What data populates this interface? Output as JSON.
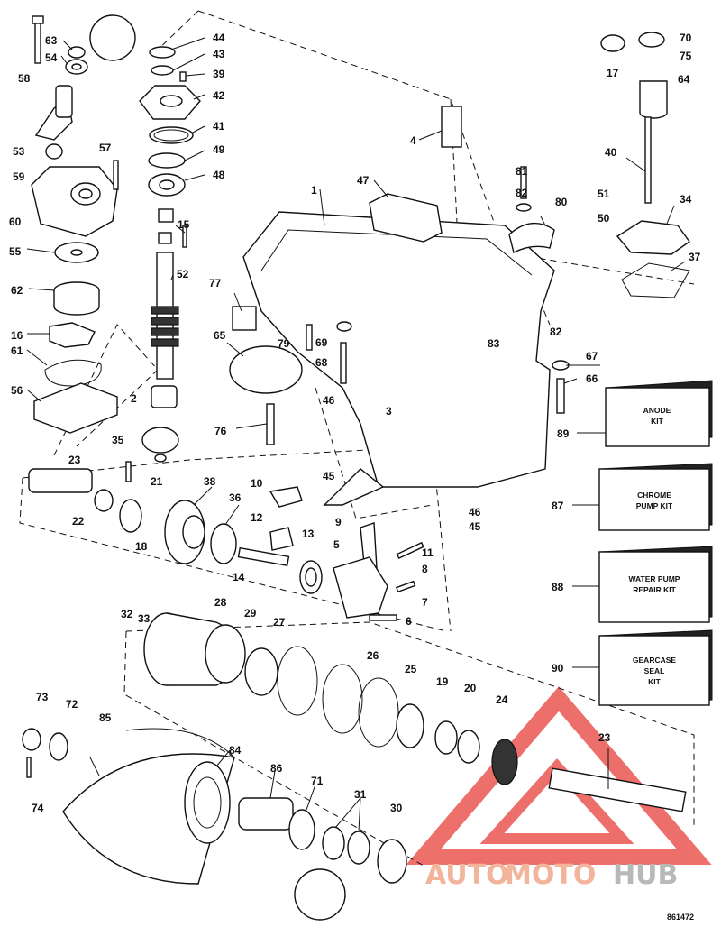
{
  "diagram": {
    "callouts": [
      "1",
      "2",
      "3",
      "4",
      "5",
      "6",
      "7",
      "8",
      "9",
      "10",
      "11",
      "12",
      "13",
      "14",
      "15",
      "16",
      "17",
      "18",
      "19",
      "20",
      "21",
      "22",
      "23",
      "23",
      "24",
      "25",
      "26",
      "27",
      "28",
      "29",
      "30",
      "31",
      "32",
      "33",
      "34",
      "35",
      "36",
      "37",
      "38",
      "39",
      "40",
      "41",
      "42",
      "43",
      "44",
      "45",
      "45",
      "46",
      "46",
      "47",
      "48",
      "49",
      "50",
      "51",
      "52",
      "53",
      "54",
      "55",
      "56",
      "57",
      "58",
      "59",
      "60",
      "61",
      "62",
      "63",
      "64",
      "65",
      "66",
      "67",
      "68",
      "69",
      "70",
      "71",
      "72",
      "73",
      "74",
      "75",
      "76",
      "77",
      "79",
      "80",
      "81",
      "82",
      "82",
      "83",
      "84",
      "85",
      "86",
      "87",
      "88",
      "89",
      "90"
    ],
    "kits": [
      {
        "number": "89",
        "lines": [
          "ANODE",
          "KIT"
        ]
      },
      {
        "number": "87",
        "lines": [
          "CHROME",
          "PUMP KIT"
        ]
      },
      {
        "number": "88",
        "lines": [
          "WATER PUMP",
          "REPAIR KIT"
        ]
      },
      {
        "number": "90",
        "lines": [
          "GEARCASE",
          "SEAL",
          "KIT"
        ]
      }
    ],
    "drawing_reference": "861472"
  },
  "watermark": {
    "text_auto": "AUTO",
    "text_moto": "MOTO",
    "text_hub": "HUB",
    "colors": {
      "auto": "#f2b49a",
      "moto": "#f2b49a",
      "hub": "#b8b8b8",
      "logo": "#e8403a"
    }
  }
}
